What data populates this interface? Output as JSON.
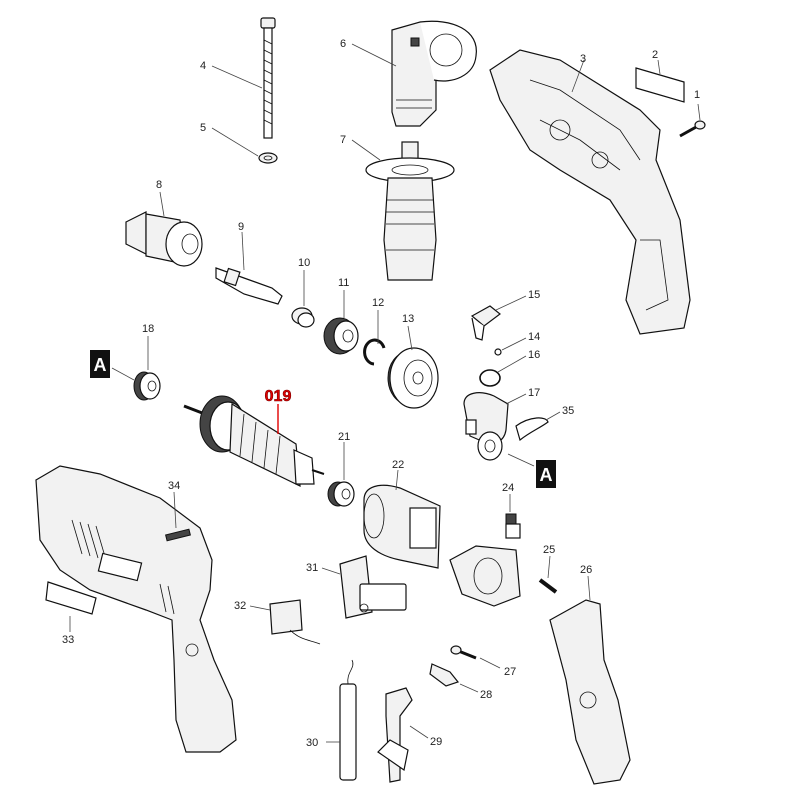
{
  "diagram": {
    "highlight": {
      "label": "019",
      "color": "#e00000"
    },
    "markers": [
      {
        "id": "a1",
        "text": "A"
      },
      {
        "id": "a2",
        "text": "A"
      }
    ],
    "callouts": {
      "p1": "1",
      "p2": "2",
      "p3": "3",
      "p4": "4",
      "p5": "5",
      "p6": "6",
      "p7": "7",
      "p8": "8",
      "p9": "9",
      "p10": "10",
      "p11": "11",
      "p12": "12",
      "p13": "13",
      "p14": "14",
      "p15": "15",
      "p16": "16",
      "p17": "17",
      "p18": "18",
      "p21": "21",
      "p22": "22",
      "p24": "24",
      "p25": "25",
      "p26": "26",
      "p27": "27",
      "p28": "28",
      "p29": "29",
      "p30": "30",
      "p31": "31",
      "p32": "32",
      "p33": "33",
      "p34": "34",
      "p35": "35"
    }
  }
}
